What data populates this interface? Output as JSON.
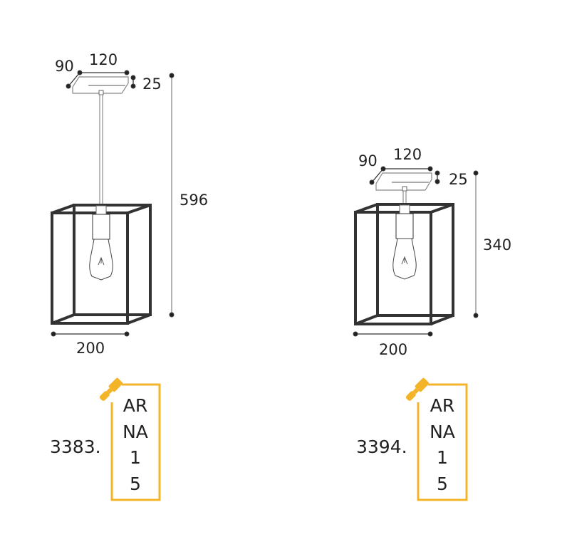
{
  "colors": {
    "accent": "#f4b42a",
    "frame": "#333333",
    "line": "#555555"
  },
  "lamps": [
    {
      "code": "3383.",
      "dims": {
        "depth": "90",
        "width_canopy": "120",
        "height_canopy": "25",
        "total_height": "596",
        "width": "200"
      },
      "finish": [
        "AR",
        "NA",
        "1",
        "5"
      ],
      "icon": "paint-brush-icon"
    },
    {
      "code": "3394.",
      "dims": {
        "depth": "90",
        "width_canopy": "120",
        "height_canopy": "25",
        "total_height": "340",
        "width": "200"
      },
      "finish": [
        "AR",
        "NA",
        "1",
        "5"
      ],
      "icon": "paint-brush-icon"
    }
  ]
}
